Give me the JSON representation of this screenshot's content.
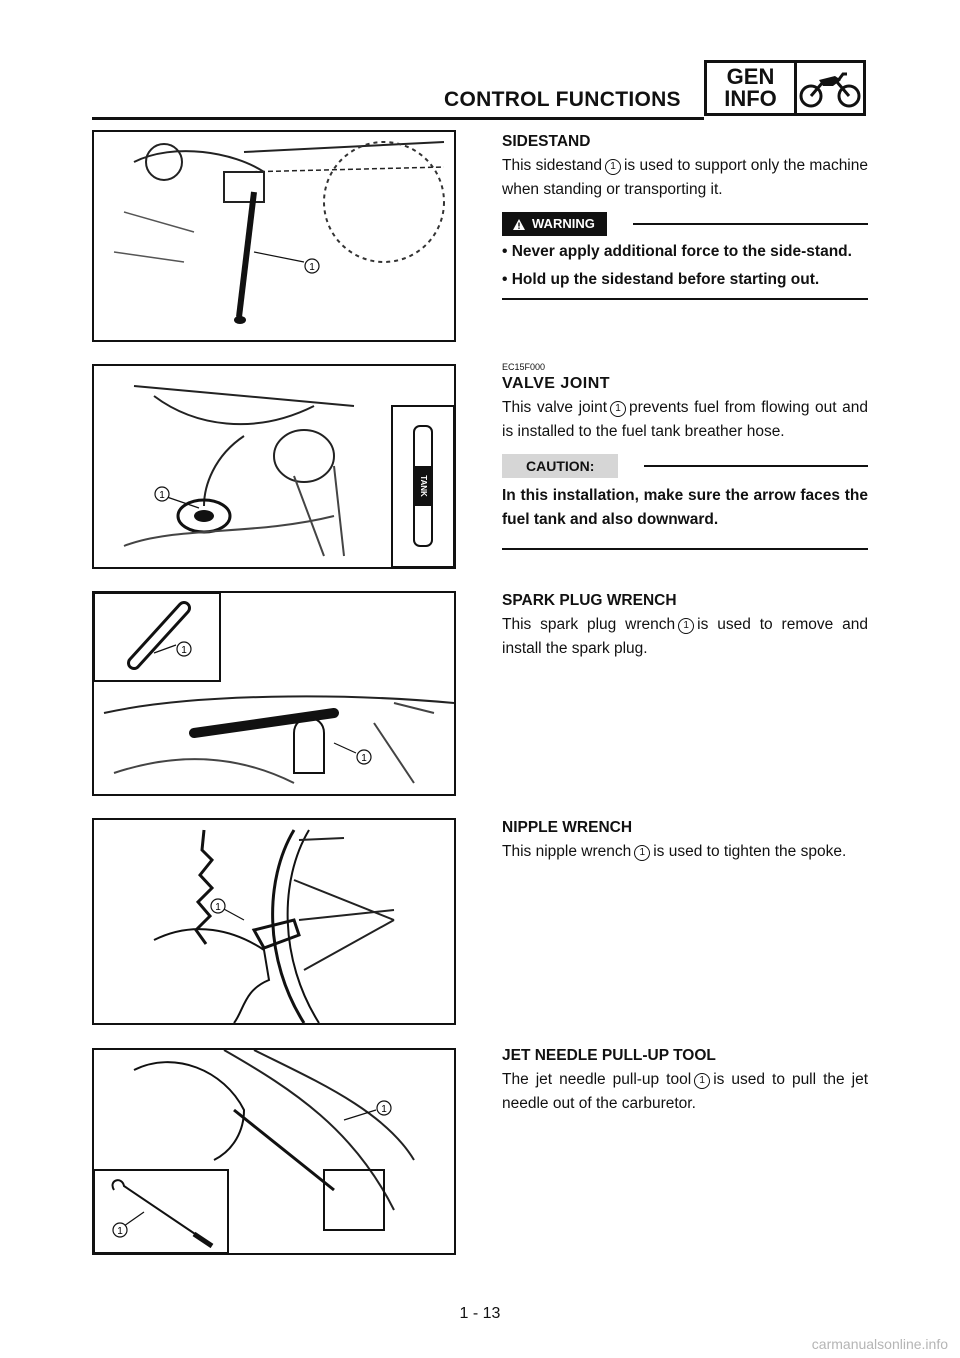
{
  "header": {
    "title": "CONTROL FUNCTIONS",
    "badge_line1": "GEN",
    "badge_line2": "INFO"
  },
  "callout": "1",
  "sections": {
    "sidestand": {
      "title": "SIDESTAND",
      "text_before": "This sidestand",
      "text_after": "is used to support only the machine when standing or transporting it.",
      "warning_label": "WARNING",
      "bullets": [
        "• Never apply additional force to the side-stand.",
        "• Hold up the sidestand before starting out."
      ]
    },
    "valve_joint": {
      "code": "EC15F000",
      "title": "VALVE JOINT",
      "text_before": "This valve joint",
      "text_after": "prevents fuel from flowing out and is installed to the fuel tank breather hose.",
      "caution_label": "CAUTION:",
      "caution_text": "In this installation, make sure the arrow faces the fuel tank and also downward.",
      "inset_label": "TANK"
    },
    "spark_plug": {
      "title": "SPARK PLUG WRENCH",
      "text_before": "This spark plug wrench",
      "text_after": "is used to remove and install the spark plug."
    },
    "nipple": {
      "title": "NIPPLE WRENCH",
      "text_before": "This nipple wrench",
      "text_after": "is used to tighten the spoke."
    },
    "jet_needle": {
      "title": "JET NEEDLE PULL-UP TOOL",
      "text_before": "The jet needle pull-up tool",
      "text_after": "is used to pull the jet needle out of the carburetor."
    }
  },
  "footer": {
    "page_number": "1 - 13",
    "watermark": "carmanualsonline.info"
  }
}
